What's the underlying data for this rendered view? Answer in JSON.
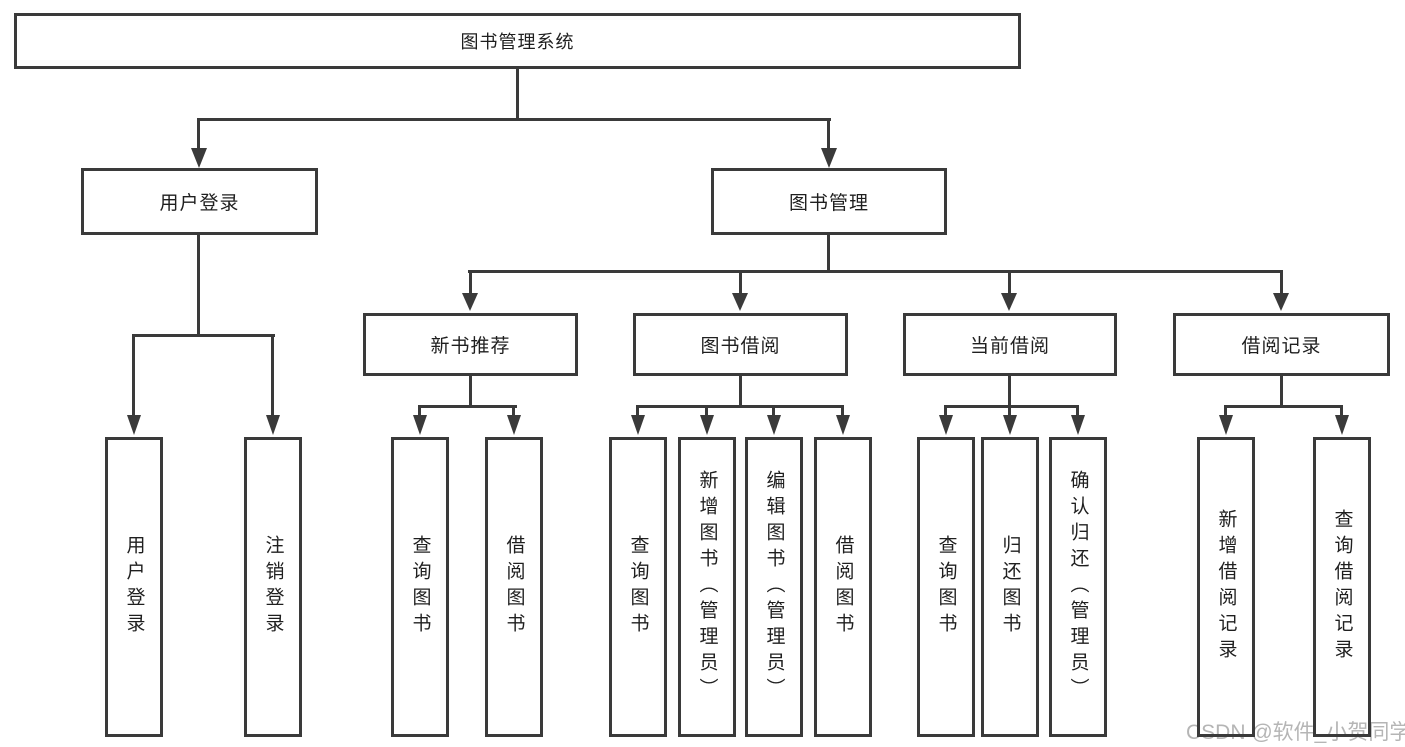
{
  "nodes": {
    "root": "图书管理系统",
    "user_login": "用户登录",
    "book_management": "图书管理",
    "level3": [
      "新书推荐",
      "图书借阅",
      "当前借阅",
      "借阅记录"
    ],
    "leaves": {
      "user_login": [
        "用户登录",
        "注销登录"
      ],
      "recommend": [
        "查询图书",
        "借阅图书"
      ],
      "borrow": [
        "查询图书",
        "新增图书（管理员）",
        "编辑图书（管理员）",
        "借阅图书"
      ],
      "current": [
        "查询图书",
        "归还图书",
        "确认归还（管理员）"
      ],
      "records": [
        "新增借阅记录",
        "查询借阅记录"
      ]
    }
  },
  "watermark": {
    "text": "CSDN @软件_小贺同学"
  },
  "colors": {
    "line": "#3a3a3a",
    "text": "#1f1f1f",
    "background": "#ffffff",
    "watermark": "#b5b5b5"
  }
}
